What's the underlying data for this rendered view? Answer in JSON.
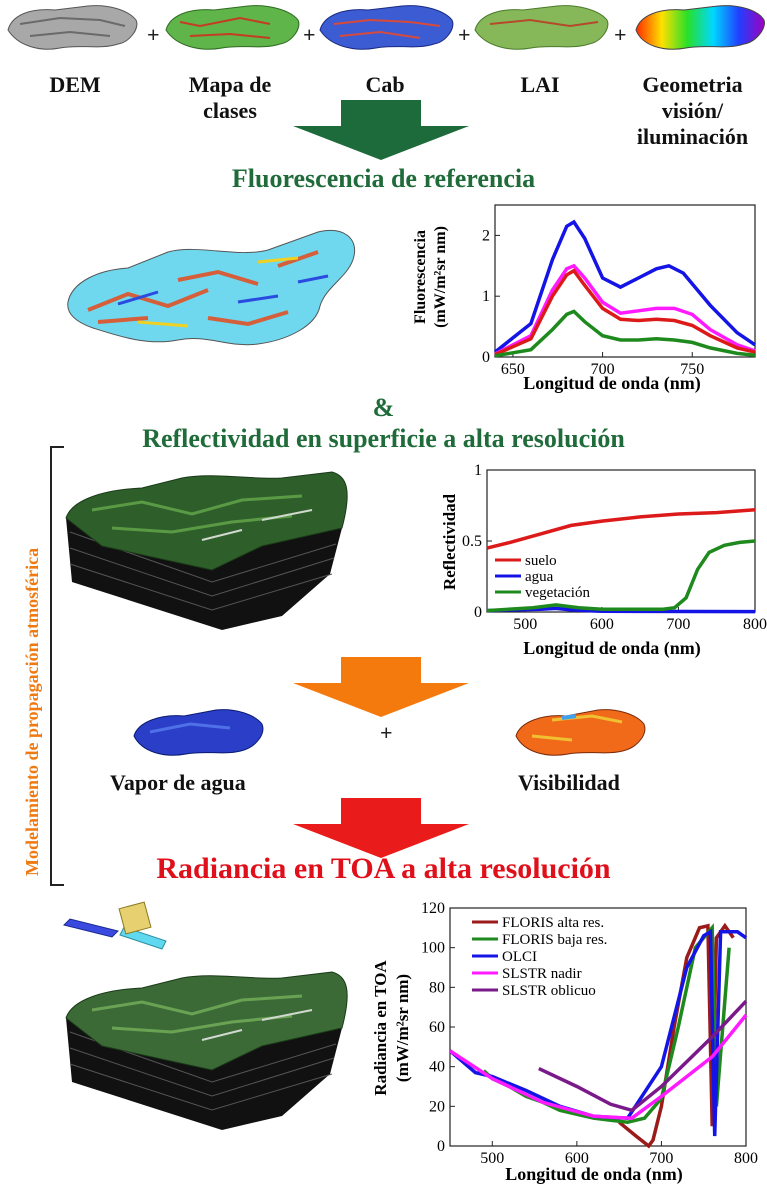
{
  "inputs": {
    "items": [
      {
        "label": "DEM"
      },
      {
        "label": "Mapa de\nclases"
      },
      {
        "label": "Cab"
      },
      {
        "label": "LAI"
      },
      {
        "label": "Geometria\nvisión/\niluminación"
      }
    ],
    "plus": "+"
  },
  "titles": {
    "fluorescence": "Fluorescencia de referencia",
    "ampersand": "&",
    "reflectance": "Reflectividad en superficie a alta resolución",
    "side": "Modelamiento de propagación atmosférica",
    "vapor": "Vapor de agua",
    "visibility": "Visibilidad",
    "plus": "+",
    "radiance": "Radiancia en TOA a alta resolución"
  },
  "colors": {
    "green_title": "#1f6b3a",
    "red_title": "#e0101b",
    "side_label": "#f07a12",
    "arrow_green": "#1d6b3a",
    "arrow_orange": "#f57a0e",
    "arrow_red": "#ea1b1b"
  },
  "chart_data": [
    {
      "type": "line",
      "ylabel": "Fluorescencia\n(mW/m²sr nm)",
      "xlabel": "Longitud de onda (nm)",
      "xlim": [
        640,
        785
      ],
      "ylim": [
        0,
        2.5
      ],
      "xticks": [
        "650",
        "700",
        "750"
      ],
      "yticks": [
        "0",
        "1",
        "2"
      ],
      "series": [
        {
          "color": "#1414e6",
          "x": [
            640,
            660,
            672,
            680,
            684,
            690,
            700,
            710,
            720,
            730,
            737,
            745,
            760,
            775,
            785
          ],
          "y": [
            0.08,
            0.55,
            1.6,
            2.15,
            2.22,
            1.95,
            1.3,
            1.15,
            1.3,
            1.45,
            1.5,
            1.38,
            0.85,
            0.4,
            0.2
          ]
        },
        {
          "color": "#ff1aff",
          "x": [
            640,
            660,
            672,
            680,
            684,
            690,
            700,
            710,
            720,
            730,
            740,
            750,
            760,
            775,
            785
          ],
          "y": [
            0.05,
            0.35,
            1.1,
            1.45,
            1.5,
            1.3,
            0.9,
            0.72,
            0.76,
            0.8,
            0.8,
            0.7,
            0.45,
            0.2,
            0.1
          ]
        },
        {
          "color": "#dd1a1a",
          "x": [
            640,
            660,
            672,
            680,
            684,
            690,
            700,
            710,
            720,
            730,
            740,
            750,
            760,
            775,
            785
          ],
          "y": [
            0.04,
            0.3,
            1.0,
            1.35,
            1.42,
            1.18,
            0.8,
            0.62,
            0.6,
            0.62,
            0.6,
            0.52,
            0.35,
            0.15,
            0.08
          ]
        },
        {
          "color": "#1e8a1e",
          "x": [
            640,
            660,
            672,
            680,
            684,
            690,
            700,
            710,
            720,
            730,
            740,
            750,
            760,
            775,
            785
          ],
          "y": [
            0.02,
            0.12,
            0.45,
            0.7,
            0.75,
            0.58,
            0.35,
            0.28,
            0.28,
            0.3,
            0.28,
            0.24,
            0.15,
            0.06,
            0.03
          ]
        }
      ]
    },
    {
      "type": "line",
      "ylabel": "Reflectividad",
      "xlabel": "Longitud de onda (nm)",
      "xlim": [
        450,
        800
      ],
      "ylim": [
        0,
        1
      ],
      "xticks": [
        "500",
        "600",
        "700",
        "800"
      ],
      "yticks": [
        "0",
        "0.5",
        "1"
      ],
      "legend_position": "bottom-left",
      "series": [
        {
          "name": "suelo",
          "color": "#dd1a1a",
          "x": [
            450,
            480,
            520,
            560,
            600,
            650,
            700,
            750,
            800
          ],
          "y": [
            0.45,
            0.49,
            0.55,
            0.61,
            0.64,
            0.67,
            0.69,
            0.7,
            0.72
          ]
        },
        {
          "name": "agua",
          "color": "#1414e6",
          "x": [
            450,
            520,
            540,
            560,
            600,
            800
          ],
          "y": [
            0.01,
            0.02,
            0.025,
            0.015,
            0.005,
            0.003
          ]
        },
        {
          "name": "vegetación",
          "color": "#1e8a1e",
          "x": [
            450,
            510,
            540,
            570,
            600,
            680,
            695,
            710,
            725,
            740,
            760,
            780,
            800
          ],
          "y": [
            0.01,
            0.03,
            0.05,
            0.03,
            0.02,
            0.02,
            0.03,
            0.1,
            0.3,
            0.42,
            0.47,
            0.49,
            0.5
          ]
        }
      ]
    },
    {
      "type": "line",
      "ylabel": "Radiancia en TOA\n(mW/m²sr nm)",
      "xlabel": "Longitud de onda (nm)",
      "xlim": [
        450,
        800
      ],
      "ylim": [
        0,
        120
      ],
      "xticks": [
        "500",
        "600",
        "700",
        "800"
      ],
      "yticks": [
        "0",
        "20",
        "40",
        "60",
        "80",
        "100",
        "120"
      ],
      "legend_position": "top-left",
      "series": [
        {
          "name": "FLORIS alta res.",
          "color": "#9b1a1a",
          "x": [
            650,
            670,
            685,
            690,
            700,
            715,
            730,
            745,
            755,
            760,
            765,
            775,
            785
          ],
          "y": [
            12,
            5,
            0,
            3,
            20,
            60,
            95,
            110,
            111,
            10,
            105,
            111,
            105
          ]
        },
        {
          "name": "FLORIS baja res.",
          "color": "#1e8a1e",
          "x": [
            490,
            500,
            520,
            540,
            560,
            580,
            600,
            620,
            640,
            660,
            680,
            700,
            720,
            740,
            760,
            765,
            780
          ],
          "y": [
            38,
            34,
            30,
            25,
            22,
            18,
            16,
            14,
            13,
            12,
            14,
            24,
            60,
            100,
            110,
            20,
            100
          ]
        },
        {
          "name": "OLCI",
          "color": "#1414e6",
          "x": [
            450,
            480,
            500,
            540,
            580,
            620,
            660,
            700,
            730,
            750,
            758,
            763,
            770,
            790,
            800
          ],
          "y": [
            48,
            37,
            35,
            28,
            20,
            15,
            14,
            40,
            90,
            106,
            108,
            5,
            108,
            108,
            105
          ]
        },
        {
          "name": "SLSTR nadir",
          "color": "#ff1aff",
          "x": [
            450,
            500,
            560,
            620,
            665,
            700,
            760,
            800
          ],
          "y": [
            48,
            34,
            22,
            15,
            14,
            25,
            45,
            66
          ]
        },
        {
          "name": "SLSTR oblicuo",
          "color": "#7a1a8a",
          "x": [
            555,
            600,
            640,
            665,
            700,
            760,
            800
          ],
          "y": [
            39,
            30,
            21,
            18,
            30,
            55,
            73
          ]
        }
      ]
    }
  ]
}
